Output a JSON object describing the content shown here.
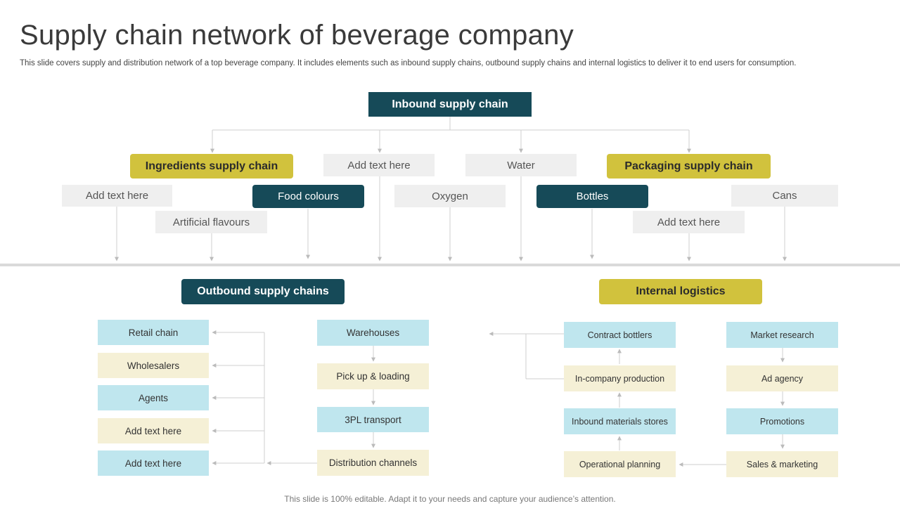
{
  "title": "Supply chain network of beverage company",
  "subtitle": "This slide covers supply and distribution network of a top beverage company. It includes elements such as inbound supply chains, outbound supply chains and internal logistics to deliver it to end users for consumption.",
  "footer": "This slide is 100% editable. Adapt it to your needs and capture your audience’s attention.",
  "inbound": {
    "heading": "Inbound  supply chain",
    "ingredients": "Ingredients supply chain",
    "packaging": "Packaging supply chain",
    "add_text_1": "Add text here",
    "water": "Water",
    "add_text_2": "Add text here",
    "food_colours": "Food colours",
    "oxygen": "Oxygen",
    "bottles": "Bottles",
    "cans": "Cans",
    "artificial_flavours": "Artificial flavours",
    "add_text_3": "Add text here"
  },
  "outbound": {
    "heading": "Outbound supply chains",
    "retail_chain": "Retail chain",
    "wholesalers": "Wholesalers",
    "agents": "Agents",
    "add_text_1": "Add text here",
    "add_text_2": "Add text here",
    "warehouses": "Warehouses",
    "pickup_loading": "Pick up & loading",
    "transport_3pl": "3PL transport",
    "distribution_channels": "Distribution channels"
  },
  "internal": {
    "heading": "Internal logistics",
    "contract_bottlers": "Contract bottlers",
    "in_company_production": "In-company production",
    "inbound_materials_stores": "Inbound materials stores",
    "operational_planning": "Operational planning",
    "market_research": "Market research",
    "ad_agency": "Ad agency",
    "promotions": "Promotions",
    "sales_marketing": "Sales & marketing"
  },
  "colors": {
    "dark_teal": "#164a58",
    "olive": "#d1c23d",
    "light_grey": "#efefef",
    "light_blue": "#bfe6ee",
    "cream": "#f5f0d6"
  }
}
